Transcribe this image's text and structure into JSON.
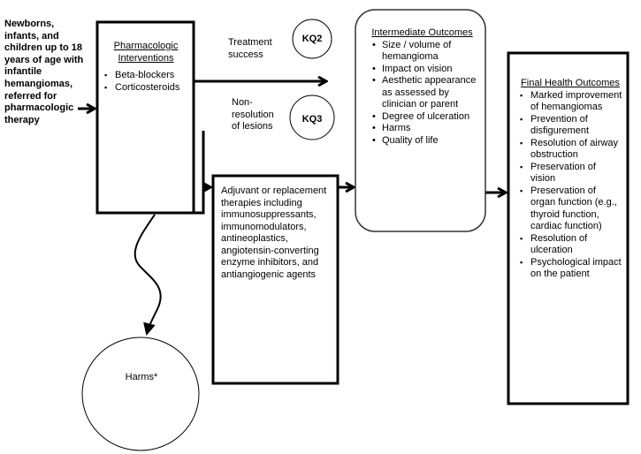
{
  "population": {
    "text": "Newborns, infants, and children up to 18 years of age with infantile hemangiomas, referred for pharmacologic therapy"
  },
  "pharmacologic": {
    "title": "Pharmacologic Interventions",
    "items": [
      "Beta-blockers",
      "Corticosteroids"
    ]
  },
  "treatment_success": "Treatment success",
  "non_resolution": "Non-resolution of lesions",
  "kq2": "KQ2",
  "kq3": "KQ3",
  "adjuvant": {
    "text": "Adjuvant or replacement therapies including immunosuppressants, immunomodulators, antineoplastics, angiotensin-converting enzyme inhibitors, and antiangiogenic agents"
  },
  "intermediate": {
    "title": "Intermediate Outcomes",
    "items": [
      "Size / volume of hemangioma",
      "Impact on vision",
      "Aesthetic appearance as assessed by clinician or parent",
      "Degree of ulceration",
      "Harms",
      "Quality of life"
    ]
  },
  "final": {
    "title": "Final Health Outcomes",
    "items": [
      "Marked improvement of hemangiomas",
      "Prevention of disfigurement",
      "Resolution of airway obstruction",
      "Preservation of vision",
      "Preservation of organ function (e.g., thyroid function, cardiac function)",
      "Resolution of ulceration",
      "Psychological impact on the patient"
    ]
  },
  "harms": "Harms*"
}
